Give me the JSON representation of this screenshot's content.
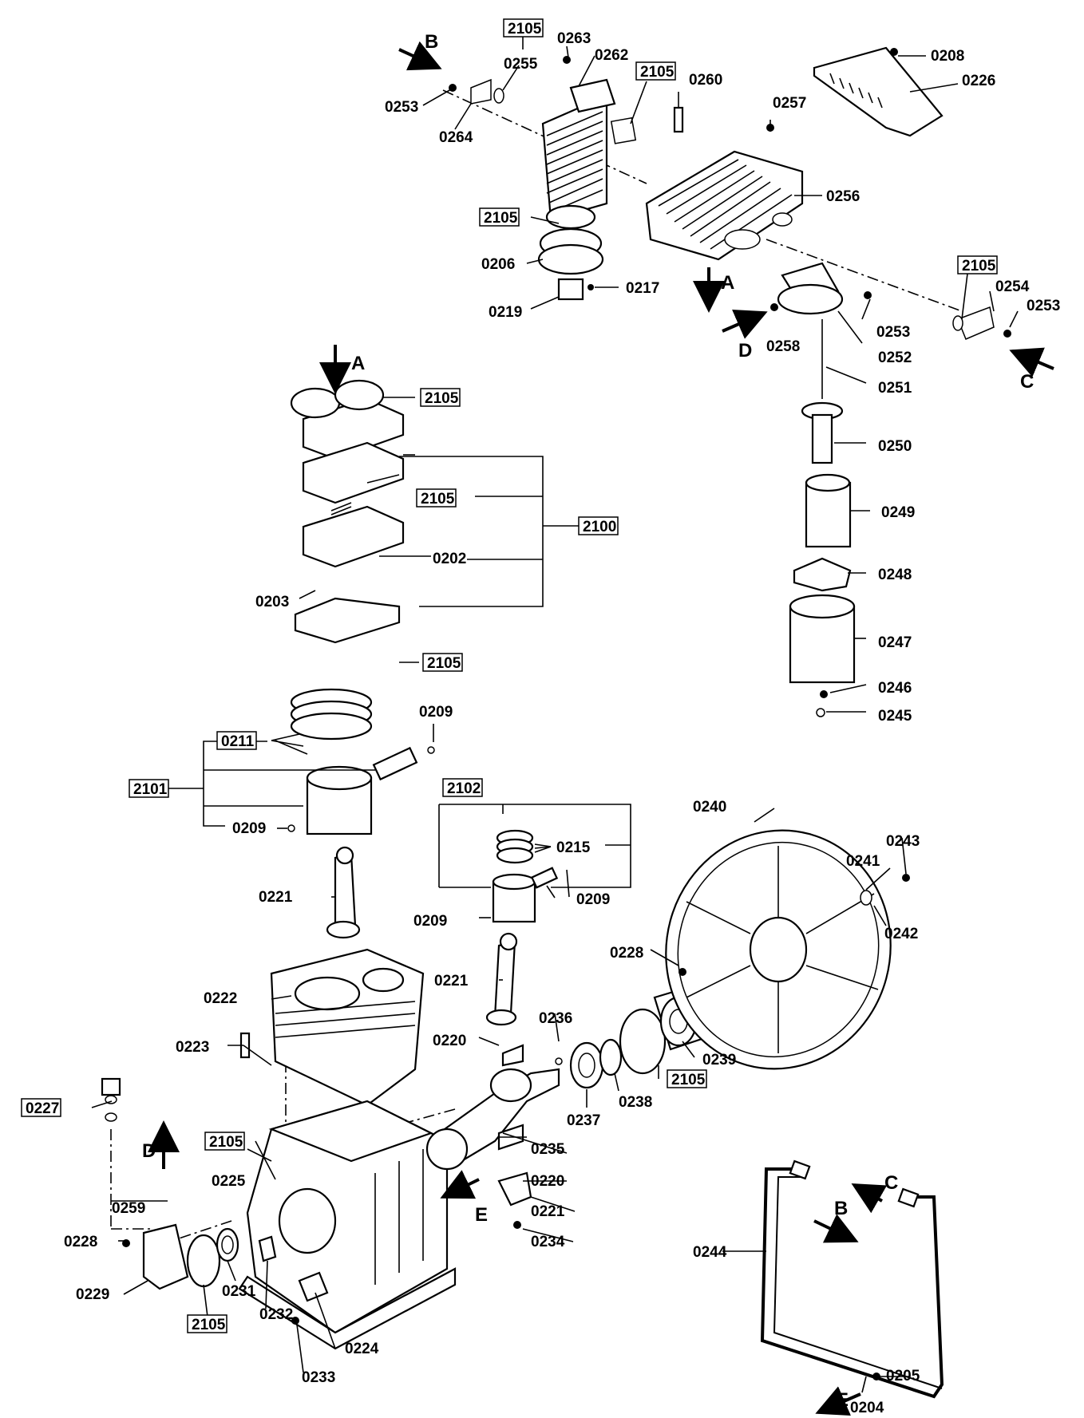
{
  "diagram": {
    "labels": {
      "l2105a": "2105",
      "l0263": "0263",
      "l0255": "0255",
      "l0262": "0262",
      "l2105b": "2105",
      "l0260": "0260",
      "l0208": "0208",
      "l0226": "0226",
      "l0253a": "0253",
      "l0264": "0264",
      "l0257": "0257",
      "l0256": "0256",
      "l2105c": "2105",
      "l0206": "0206",
      "l0217": "0217",
      "l0219": "0219",
      "l2105d": "2105",
      "l0254": "0254",
      "l0253b": "0253",
      "l0253c": "0253",
      "l0258": "0258",
      "l0252": "0252",
      "l0251": "0251",
      "l2105e": "2105",
      "l0250": "0250",
      "l2105f": "2105",
      "l2100": "2100",
      "l0249": "0249",
      "l0202": "0202",
      "l0203": "0203",
      "l0248": "0248",
      "l0247": "0247",
      "l2105g": "2105",
      "l0246": "0246",
      "l0245": "0245",
      "l0209a": "0209",
      "l0211": "0211",
      "l2101": "2101",
      "l0209b": "0209",
      "l2102": "2102",
      "l0240": "0240",
      "l0243": "0243",
      "l0241": "0241",
      "l0215": "0215",
      "l0209c": "0209",
      "l0209d": "0209",
      "l0242": "0242",
      "l0221a": "0221",
      "l0228a": "0228",
      "l0221b": "0221",
      "l0222": "0222",
      "l0236": "0236",
      "l0223": "0223",
      "l0220a": "0220",
      "l0239": "0239",
      "l2105h": "2105",
      "l0238": "0238",
      "l0237": "0237",
      "l0227": "0227",
      "l0235": "0235",
      "l2105i": "2105",
      "l0225": "0225",
      "l0220b": "0220",
      "l0259": "0259",
      "l0221c": "0221",
      "l0234": "0234",
      "l0244": "0244",
      "l0228b": "0228",
      "l0229": "0229",
      "l0231": "0231",
      "l0232": "0232",
      "l2105j": "2105",
      "l0224": "0224",
      "l0233": "0233",
      "l0205": "0205",
      "l0204": "0204"
    },
    "arrows": {
      "B1": "B",
      "A1": "A",
      "D1": "D",
      "C1": "C",
      "A2": "A",
      "D2": "D",
      "E1": "E",
      "B2": "B",
      "C2": "C",
      "E2": "E"
    }
  }
}
